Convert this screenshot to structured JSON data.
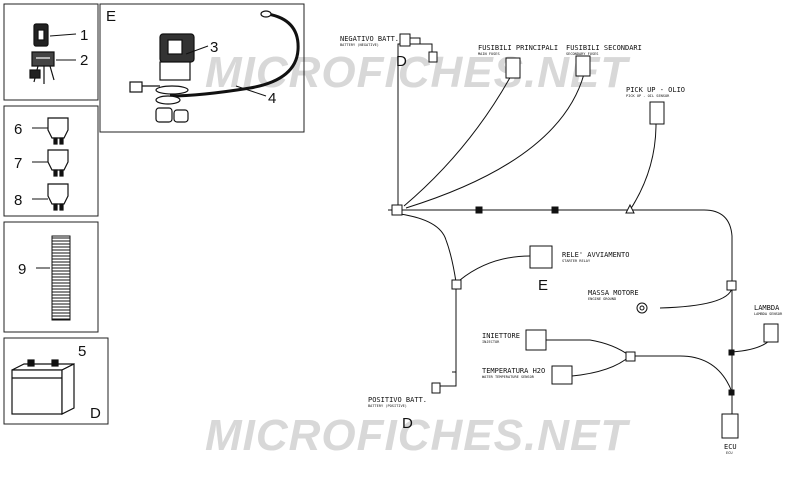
{
  "watermark": "MICROFICHES.NET",
  "panels": {
    "ignition": {
      "item1": "1",
      "item2": "2"
    },
    "lock_set": {
      "letter": "E",
      "item3": "3",
      "item4": "4"
    },
    "fuses": {
      "item6": "6",
      "item7": "7",
      "item8": "8"
    },
    "strip": {
      "item9": "9"
    },
    "battery": {
      "item5": "5",
      "letter": "D"
    }
  },
  "harness": {
    "neg_battery": {
      "label": "NEGATIVO BATT.",
      "sub": "BATTERY (NEGATIVE)",
      "letter": "D"
    },
    "main_fuses": {
      "label": "FUSIBILI PRINCIPALI",
      "sub": "MAIN FUSES"
    },
    "secondary_fuses": {
      "label": "FUSIBILI SECONDARI",
      "sub": "SECONDARY FUSES"
    },
    "pickup": {
      "label": "PICK UP - OLIO",
      "sub": "PICK UP - OIL SENSOR"
    },
    "starter_relay": {
      "label": "RELE' AVVIAMENTO",
      "sub": "STARTER RELAY",
      "letter": "E"
    },
    "engine_ground": {
      "label": "MASSA MOTORE",
      "sub": "ENGINE GROUND"
    },
    "lambda": {
      "label": "LAMBDA",
      "sub": "LAMBDA SENSOR"
    },
    "injector": {
      "label": "INIETTORE",
      "sub": "INJECTOR"
    },
    "water_temp": {
      "label": "TEMPERATURA H2O",
      "sub": "WATER TEMPERATURE SENSOR"
    },
    "pos_battery": {
      "label": "POSITIVO BATT.",
      "sub": "BATTERY (POSITIVE)",
      "letter": "D"
    },
    "ecu": {
      "label": "ECU",
      "sub": "ECU"
    }
  }
}
